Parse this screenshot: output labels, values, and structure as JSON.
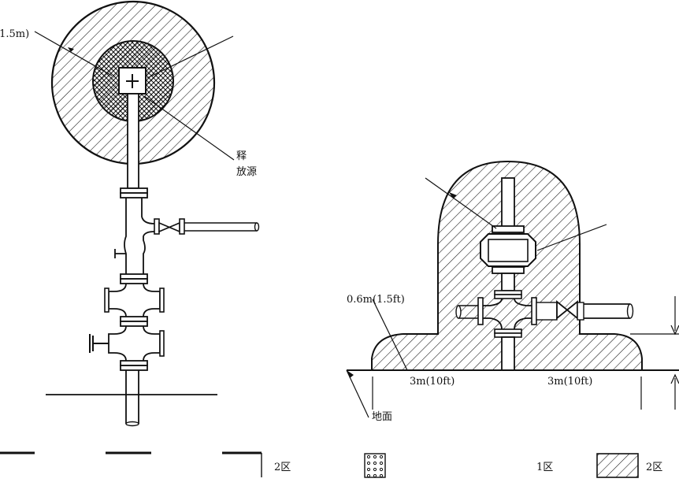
{
  "colors": {
    "ink": "#111111",
    "paper": "#ffffff"
  },
  "labels": {
    "left_outer_partial": "(1.5m)",
    "left_vent_partial_1": "释",
    "left_vent_partial_2": "放源",
    "right_outer_partial": "0.6m(1.5ft)",
    "right_dim_left": "3m(10ft)",
    "right_dim_right": "3m(10ft)",
    "ground_label": "地面",
    "legend_left_zone": "2区",
    "legend_zone1": "1区",
    "legend_zone2": "2区"
  },
  "icons": {
    "hatch": "diagonal-hatch-pattern",
    "crosshatch": "cross-hatch-pattern",
    "dots": "dot-grid-pattern"
  }
}
